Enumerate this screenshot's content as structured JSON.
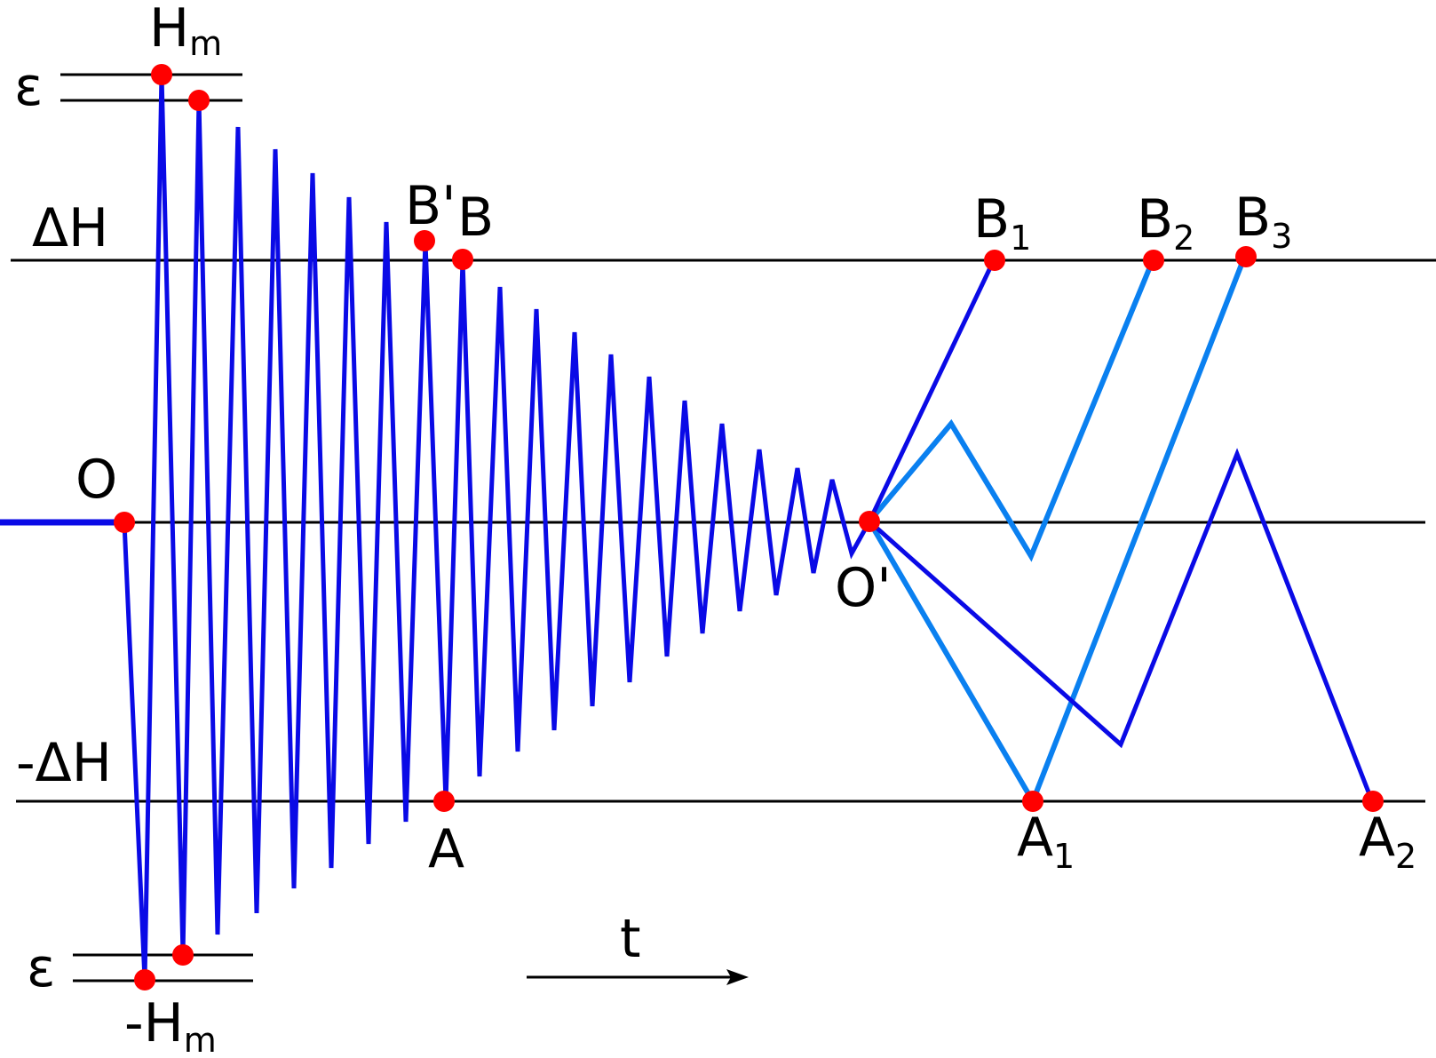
{
  "colors": {
    "axis": "#000000",
    "main_wave": "#0a0ae6",
    "light_wave": "#0a80f0",
    "point": "#ff0000",
    "background": "#ffffff"
  },
  "labels": {
    "hm_top": {
      "main": "H",
      "sub": "m"
    },
    "hm_bottom": {
      "main": "-H",
      "sub": "m"
    },
    "eps_top": "ε",
    "eps_bottom": "ε",
    "delta_h": "ΔH",
    "neg_delta_h": "-ΔH",
    "o": "O",
    "o_prime": "O'",
    "b_prime": "B'",
    "b": "B",
    "a": "A",
    "b1": {
      "main": "B",
      "sub": "1"
    },
    "b2": {
      "main": "B",
      "sub": "2"
    },
    "b3": {
      "main": "B",
      "sub": "3"
    },
    "a1": {
      "main": "A",
      "sub": "1"
    },
    "a2": {
      "main": "A",
      "sub": "2"
    },
    "t": "t"
  }
}
